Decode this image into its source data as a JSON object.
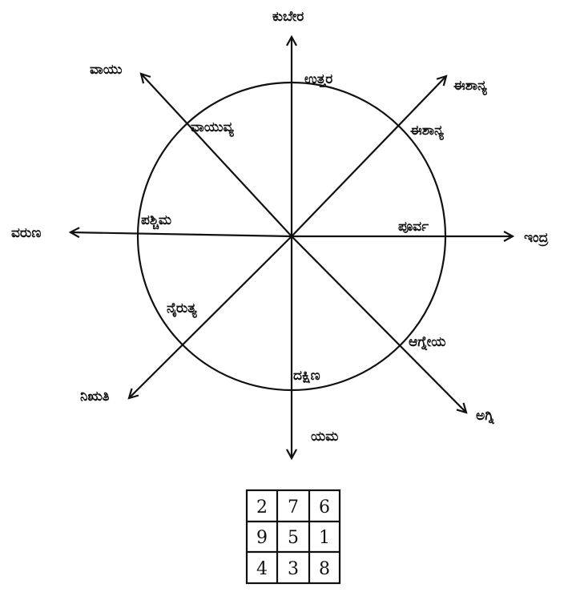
{
  "center_label": "",
  "outer_labels": {
    "north": "ಕುಬೇರ",
    "northeast": "ಈಶಾನ್ಯ",
    "east": "ಇಂದ್ರ",
    "southeast": "ಅಗ್ನಿ",
    "south": "ಯಮ",
    "southwest": "ನಿಋತಿ",
    "west": "ವರುಣ",
    "northwest": "ವಾಯು"
  },
  "inner_labels": {
    "north": "ಉತ್ತರ",
    "northeast": "ಈಶಾನ್ಯ",
    "east": "ಪೂರ್ವ",
    "southeast": "ಆಗ್ನೇಯ",
    "south": "ದಕ್ಷಿಣ",
    "southwest": "ನೈರುತ್ಯ",
    "west": "ಪಶ್ಚಿಮ",
    "northwest": "ವಾಯುವ್ಯ"
  },
  "magic_square": [
    [
      "2",
      "7",
      "6"
    ],
    [
      "9",
      "5",
      "1"
    ],
    [
      "4",
      "3",
      "8"
    ]
  ]
}
